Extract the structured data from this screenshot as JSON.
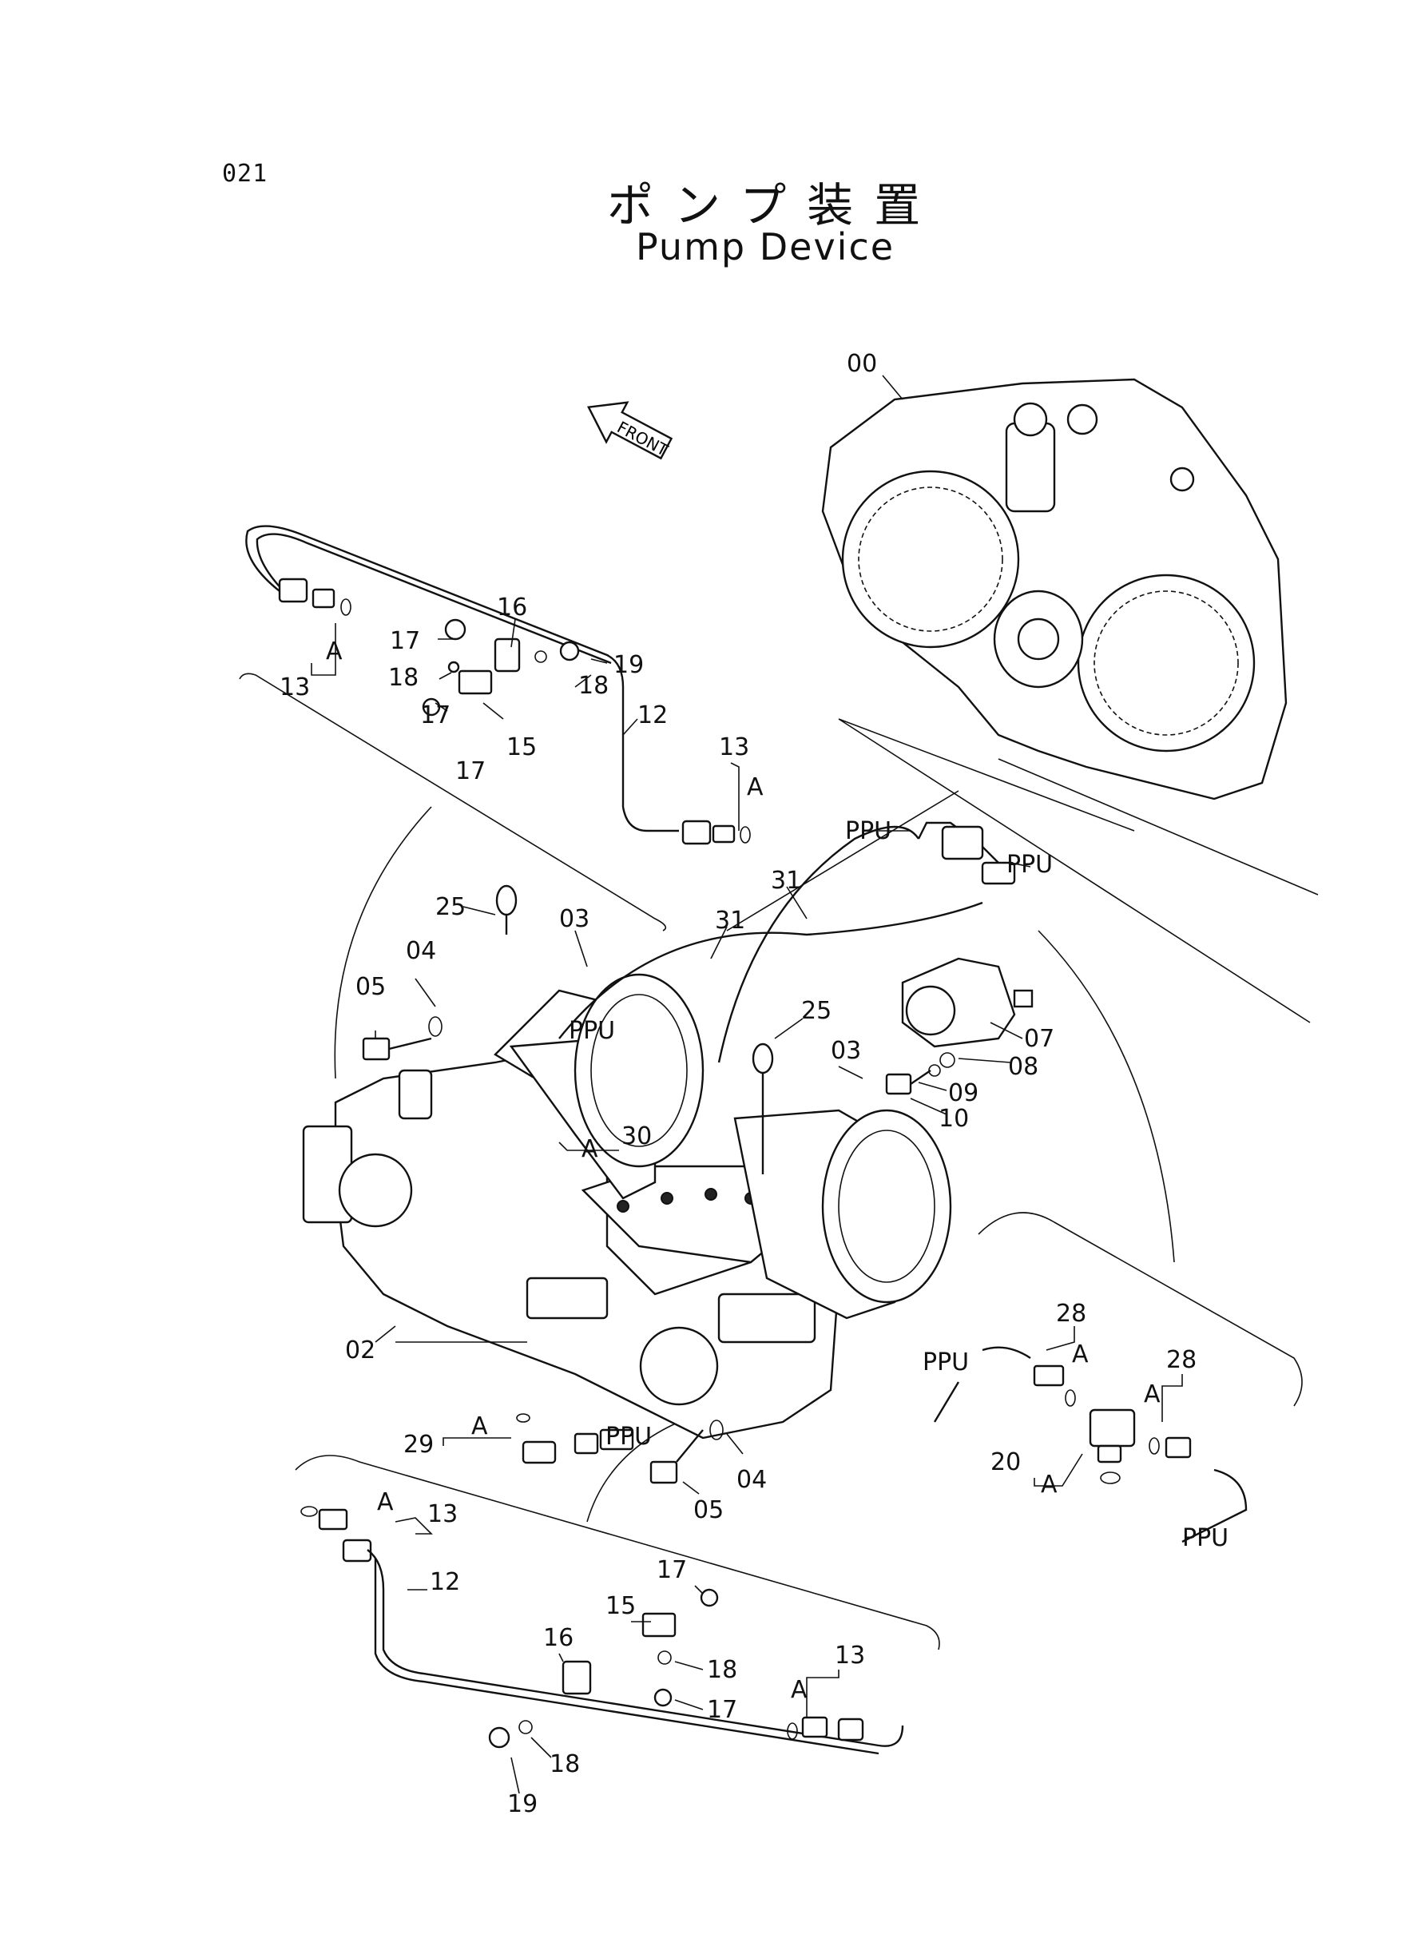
{
  "page_number": "021",
  "title_jp": "ポンプ装置",
  "title_en": "Pump Device",
  "front_label": "FRONT",
  "labels": [
    {
      "id": "l00",
      "text": "00"
    },
    {
      "id": "l13a",
      "text": "13"
    },
    {
      "id": "lAa",
      "text": "A"
    },
    {
      "id": "l17a",
      "text": "17"
    },
    {
      "id": "l16a",
      "text": "16"
    },
    {
      "id": "l19a",
      "text": "19"
    },
    {
      "id": "l18a",
      "text": "18"
    },
    {
      "id": "l18b",
      "text": "18"
    },
    {
      "id": "l12a",
      "text": "12"
    },
    {
      "id": "l17b",
      "text": "17"
    },
    {
      "id": "l15a",
      "text": "15"
    },
    {
      "id": "l17c",
      "text": "17"
    },
    {
      "id": "l13b",
      "text": "13"
    },
    {
      "id": "lAb",
      "text": "A"
    },
    {
      "id": "lPPU1",
      "text": "PPU"
    },
    {
      "id": "lPPU2",
      "text": "PPU"
    },
    {
      "id": "l31a",
      "text": "31"
    },
    {
      "id": "l31b",
      "text": "31"
    },
    {
      "id": "l25a",
      "text": "25"
    },
    {
      "id": "l03a",
      "text": "03"
    },
    {
      "id": "l04a",
      "text": "04"
    },
    {
      "id": "l05a",
      "text": "05"
    },
    {
      "id": "lPPU3",
      "text": "PPU"
    },
    {
      "id": "l25b",
      "text": "25"
    },
    {
      "id": "l03b",
      "text": "03"
    },
    {
      "id": "l07",
      "text": "07"
    },
    {
      "id": "l08",
      "text": "08"
    },
    {
      "id": "l09",
      "text": "09"
    },
    {
      "id": "l10",
      "text": "10"
    },
    {
      "id": "lAc",
      "text": "A"
    },
    {
      "id": "l30",
      "text": "30"
    },
    {
      "id": "l02",
      "text": "02"
    },
    {
      "id": "l29",
      "text": "29"
    },
    {
      "id": "lAd",
      "text": "A"
    },
    {
      "id": "lPPU4",
      "text": "PPU"
    },
    {
      "id": "l04b",
      "text": "04"
    },
    {
      "id": "l05b",
      "text": "05"
    },
    {
      "id": "l28a",
      "text": "28"
    },
    {
      "id": "lAe",
      "text": "A"
    },
    {
      "id": "l28b",
      "text": "28"
    },
    {
      "id": "lAf",
      "text": "A"
    },
    {
      "id": "lPPU5",
      "text": "PPU"
    },
    {
      "id": "l20",
      "text": "20"
    },
    {
      "id": "lAg",
      "text": "A"
    },
    {
      "id": "lPPU6",
      "text": "PPU"
    },
    {
      "id": "lAh",
      "text": "A"
    },
    {
      "id": "l13c",
      "text": "13"
    },
    {
      "id": "l12b",
      "text": "12"
    },
    {
      "id": "l17d",
      "text": "17"
    },
    {
      "id": "l15b",
      "text": "15"
    },
    {
      "id": "l16b",
      "text": "16"
    },
    {
      "id": "l18c",
      "text": "18"
    },
    {
      "id": "l17e",
      "text": "17"
    },
    {
      "id": "l13d",
      "text": "13"
    },
    {
      "id": "lAi",
      "text": "A"
    },
    {
      "id": "l18d",
      "text": "18"
    },
    {
      "id": "l19b",
      "text": "19"
    }
  ]
}
